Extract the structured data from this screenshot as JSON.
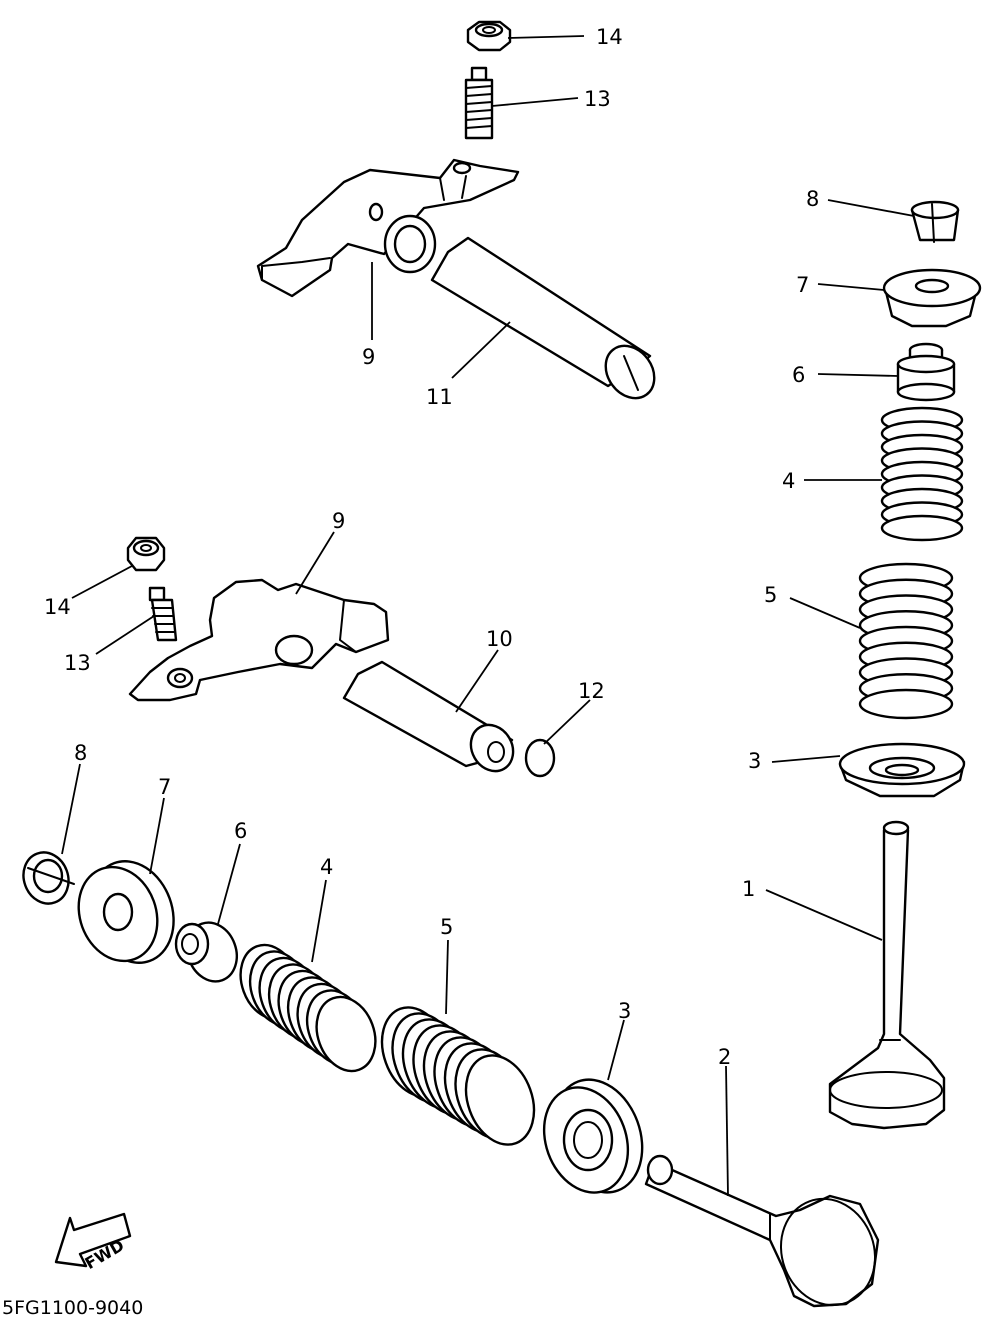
{
  "callouts": {
    "c1": "1",
    "c2": "2",
    "c3_right": "3",
    "c3_left": "3",
    "c4_right": "4",
    "c4_left": "4",
    "c5_right": "5",
    "c5_left": "5",
    "c6_right": "6",
    "c6_left": "6",
    "c7_right": "7",
    "c7_left": "7",
    "c8_right": "8",
    "c8_left": "8",
    "c9_top": "9",
    "c9_mid": "9",
    "c10": "10",
    "c11": "11",
    "c12": "12",
    "c13_top": "13",
    "c13_mid": "13",
    "c14_top": "14",
    "c14_mid": "14"
  },
  "fwd_label": "FWD",
  "diagram_code": "5FG1100-9040",
  "colors": {
    "line": "#000000",
    "background": "#ffffff"
  }
}
